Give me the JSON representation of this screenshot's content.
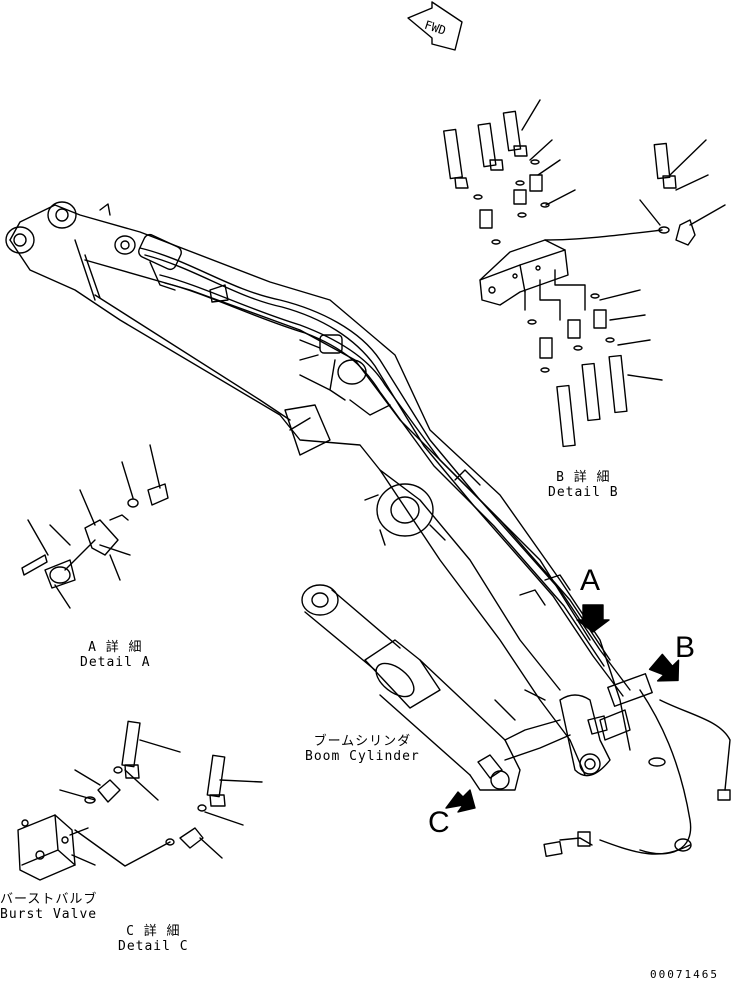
{
  "fwd_label": "FWD",
  "details": {
    "a": {
      "jp": "A 詳 細",
      "en": "Detail A"
    },
    "b": {
      "jp": "B 詳 細",
      "en": "Detail B"
    },
    "c": {
      "jp": "C 詳 細",
      "en": "Detail C"
    }
  },
  "boom_cylinder": {
    "jp": "ブームシリンダ",
    "en": "Boom Cylinder"
  },
  "burst_valve": {
    "jp": "バーストバルブ",
    "en": "Burst Valve"
  },
  "view_letters": {
    "a": "A",
    "b": "B",
    "c": "C"
  },
  "drawing_number": "00071465"
}
